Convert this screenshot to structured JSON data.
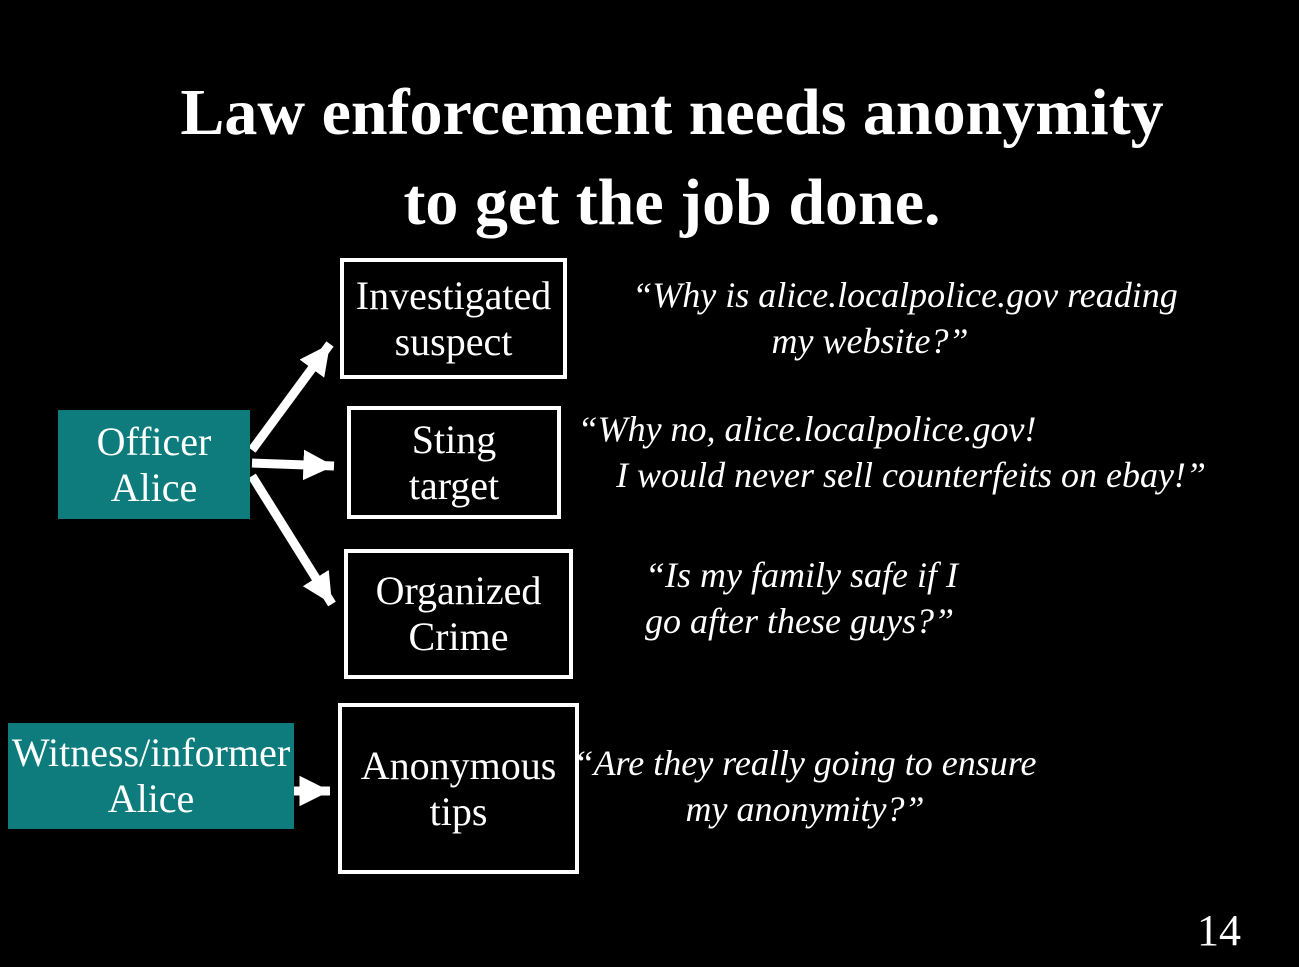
{
  "slide": {
    "title": {
      "line1": "Law enforcement needs anonymity",
      "line2": "to get the job done."
    },
    "page_number": "14"
  },
  "colors": {
    "background": "#000000",
    "actor_box_fill": "#0E7C7C",
    "target_box_border": "#FFFFFF",
    "arrow": "#FFFFFF",
    "text": "#FFFFFF"
  },
  "actors": [
    {
      "id": "officer-alice",
      "line1": "Officer",
      "line2": "Alice"
    },
    {
      "id": "witness-informer-alice",
      "line1": "Witness/informer",
      "line2": "Alice"
    }
  ],
  "targets": [
    {
      "id": "investigated-suspect",
      "line1": "Investigated",
      "line2": "suspect"
    },
    {
      "id": "sting-target",
      "line1": "Sting",
      "line2": "target"
    },
    {
      "id": "organized-crime",
      "line1": "Organized",
      "line2": "Crime"
    },
    {
      "id": "anonymous-tips",
      "line1": "Anonymous",
      "line2": "tips"
    }
  ],
  "quotes": [
    {
      "line1": "“Why is alice.localpolice.gov reading",
      "line2": "my website?”"
    },
    {
      "line1": "“Why no, alice.localpolice.gov!",
      "line2": "I would never sell counterfeits on ebay!”"
    },
    {
      "line1": "“Is my family safe if I",
      "line2": "go after these guys?”"
    },
    {
      "line1": "“Are they really going to ensure",
      "line2": "my anonymity?”"
    }
  ],
  "connections": [
    {
      "from": "officer-alice",
      "to": "investigated-suspect"
    },
    {
      "from": "officer-alice",
      "to": "sting-target"
    },
    {
      "from": "officer-alice",
      "to": "organized-crime"
    },
    {
      "from": "witness-informer-alice",
      "to": "anonymous-tips"
    }
  ]
}
